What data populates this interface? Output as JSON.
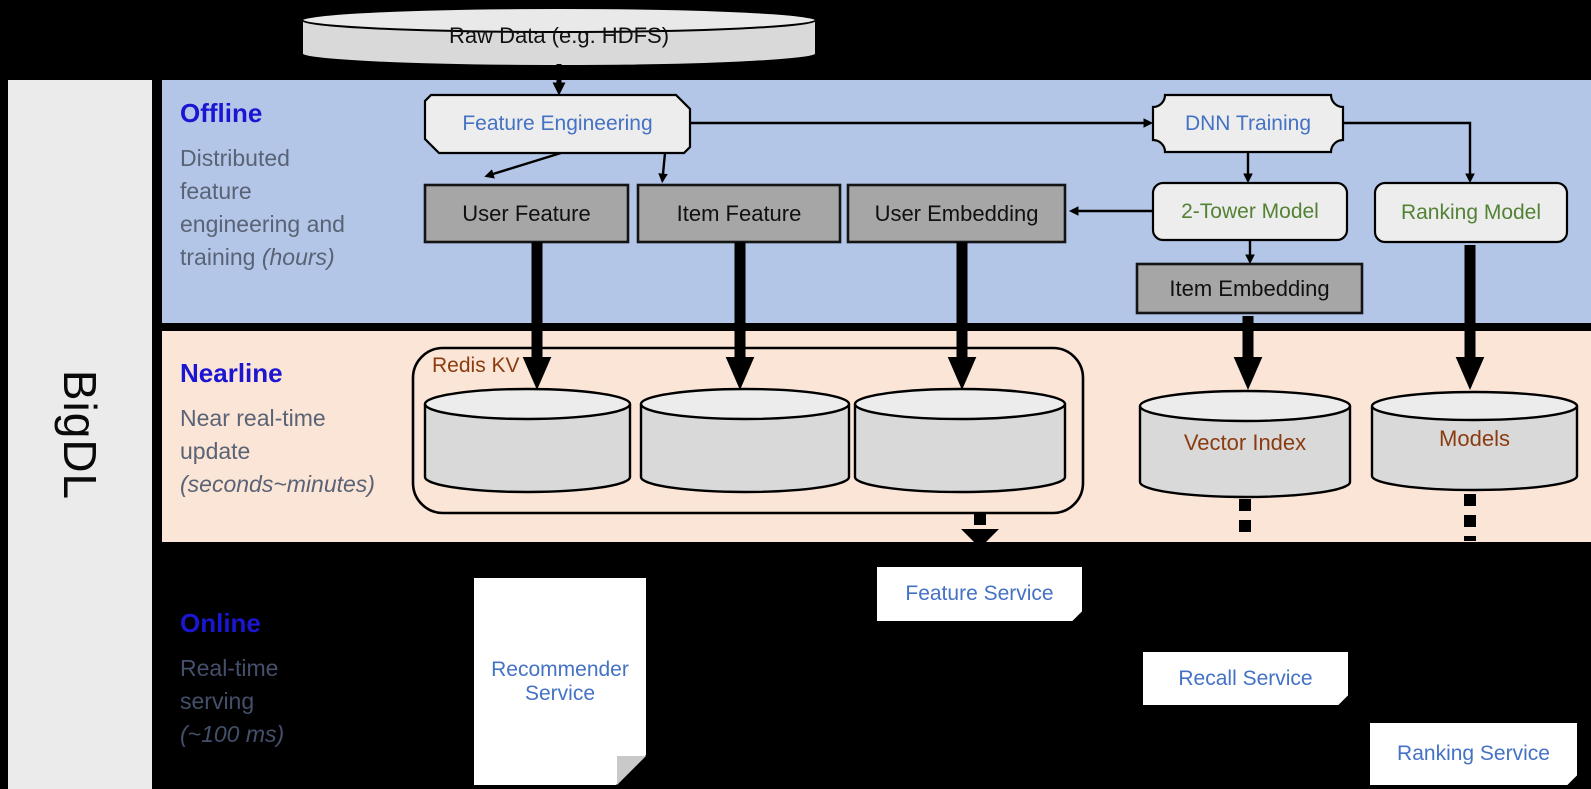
{
  "brand": "BigDL",
  "top": {
    "raw_data": "Raw Data (e.g. HDFS)"
  },
  "offline": {
    "title": "Offline",
    "desc1": "Distributed",
    "desc2": "feature",
    "desc3": "engineering and",
    "desc4a": "training ",
    "desc4b": "(hours)"
  },
  "nearline": {
    "title": "Nearline",
    "desc1": "Near real-time",
    "desc2": "update",
    "desc3": "(seconds~minutes)"
  },
  "online": {
    "title": "Online",
    "desc1": "Real-time",
    "desc2": "serving",
    "desc3": "(~100 ms)"
  },
  "nodes": {
    "feature_engineering": "Feature Engineering",
    "dnn_training": "DNN Training",
    "user_feature": "User Feature",
    "item_feature": "Item Feature",
    "user_embedding": "User Embedding",
    "two_tower_model": "2-Tower Model",
    "ranking_model": "Ranking Model",
    "item_embedding": "Item Embedding",
    "redis_kv": "Redis KV",
    "vector_index": "Vector Index",
    "models": "Models"
  },
  "services": {
    "recommender": "Recommender Service",
    "feature": "Feature Service",
    "recall": "Recall Service",
    "ranking": "Ranking Service"
  },
  "colors": {
    "band_offline": "#b3c6e7",
    "band_nearline": "#fbe5d6",
    "sidebar": "#ebebeb",
    "title_blue": "#1b16d1",
    "desc_gray": "#5a6375",
    "online_desc": "#44506b",
    "node_text_blue": "#4472c4",
    "node_text_green": "#548235",
    "store_text_brown": "#8a3c10",
    "box_gray": "#a6a6a6",
    "box_light": "#ededed",
    "cylinder_body": "#d9d9d9",
    "cylinder_top": "#ececec",
    "service_text": "#4472c4"
  }
}
